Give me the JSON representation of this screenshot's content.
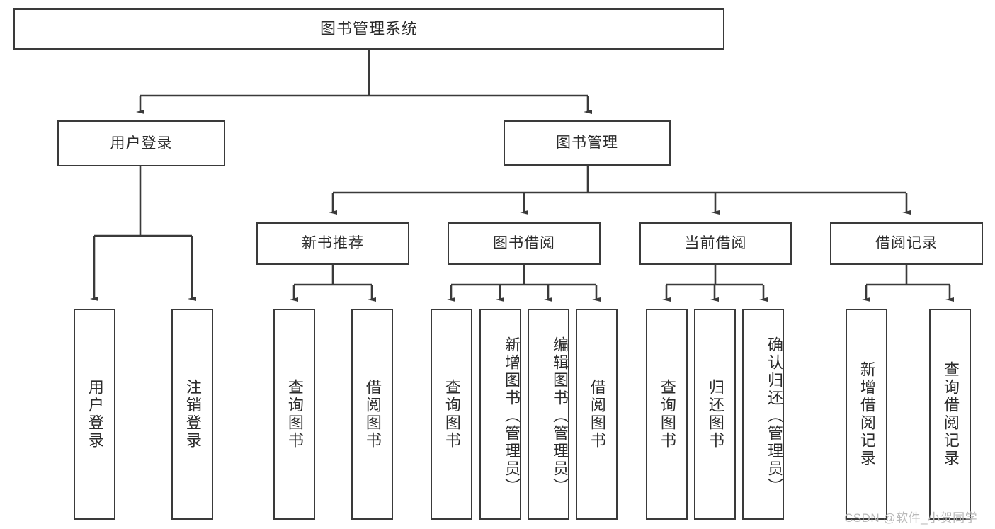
{
  "diagram": {
    "title": "图书管理系统",
    "type": "tree-hierarchy",
    "colors": {
      "stroke": "#3a3a3a",
      "fill": "#ffffff",
      "text": "#2b2b2b",
      "watermark": "#b9b9b9"
    },
    "root": {
      "label": "图书管理系统"
    },
    "level1": [
      {
        "label": "用户登录"
      },
      {
        "label": "图书管理"
      }
    ],
    "level2": [
      {
        "label": "新书推荐"
      },
      {
        "label": "图书借阅"
      },
      {
        "label": "当前借阅"
      },
      {
        "label": "借阅记录"
      }
    ],
    "leaves": {
      "user_login": [
        {
          "label": "用户登录"
        },
        {
          "label": "注销登录"
        }
      ],
      "new_book_recommend": [
        {
          "label": "查询图书"
        },
        {
          "label": "借阅图书"
        }
      ],
      "book_borrow": [
        {
          "label": "查询图书"
        },
        {
          "label": "新增图书（管理员）"
        },
        {
          "label": "编辑图书（管理员）"
        },
        {
          "label": "借阅图书"
        }
      ],
      "current_borrow": [
        {
          "label": "查询图书"
        },
        {
          "label": "归还图书"
        },
        {
          "label": "确认归还（管理员）"
        }
      ],
      "borrow_record": [
        {
          "label": "新增借阅记录"
        },
        {
          "label": "查询借阅记录"
        }
      ]
    },
    "watermark": "CSDN @软件_小贺同学"
  }
}
